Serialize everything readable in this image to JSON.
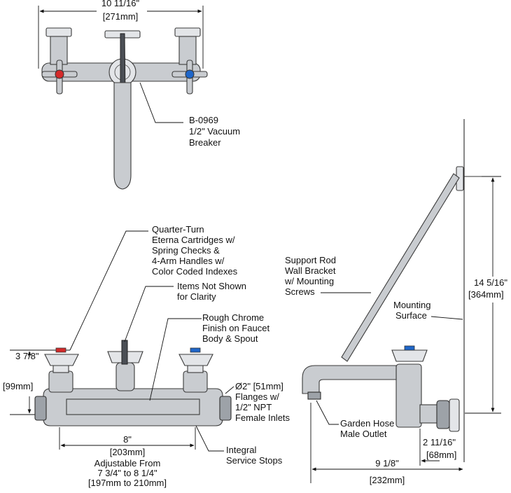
{
  "dimensions": {
    "overall_width": {
      "imperial": "10 11/16\"",
      "metric": "[271mm]"
    },
    "height_left": {
      "imperial": "3 7/8\"",
      "metric": "[99mm]"
    },
    "centers": {
      "imperial": "8\"",
      "metric": "[203mm]",
      "adjustable_line1": "Adjustable From",
      "adjustable_line2": "7 3/4\" to 8 1/4\"",
      "adjustable_line3": "[197mm to 210mm]"
    },
    "rod_height": {
      "imperial": "14 5/16\"",
      "metric": "[364mm]"
    },
    "wall_offset": {
      "imperial": "2 11/16\"",
      "metric": "[68mm]"
    },
    "projection": {
      "imperial": "9 1/8\"",
      "metric": "[232mm]"
    }
  },
  "callouts": {
    "vacuum_breaker": [
      "B-0969",
      "1/2\" Vacuum",
      "Breaker"
    ],
    "cartridges": [
      "Quarter-Turn",
      "Eterna Cartridges w/",
      "Spring Checks &",
      "4-Arm Handles w/",
      "Color Coded Indexes"
    ],
    "not_shown": [
      "Items Not Shown",
      "for Clarity"
    ],
    "finish": [
      "Rough Chrome",
      "Finish on Faucet",
      "Body & Spout"
    ],
    "flanges": [
      "Ø2\" [51mm]",
      "Flanges w/",
      "1/2\" NPT",
      "Female Inlets"
    ],
    "stops": [
      "Integral",
      "Service Stops"
    ],
    "support_rod": [
      "Support Rod",
      "Wall Bracket",
      "w/ Mounting",
      "Screws"
    ],
    "mounting_surface": [
      "Mounting",
      "Surface"
    ],
    "hose_outlet": [
      "Garden Hose",
      "Male Outlet"
    ]
  },
  "colors": {
    "hot_index": "#d42a2a",
    "cold_index": "#1f66c9",
    "chrome": "#c9ccd0",
    "line": "#111111"
  }
}
